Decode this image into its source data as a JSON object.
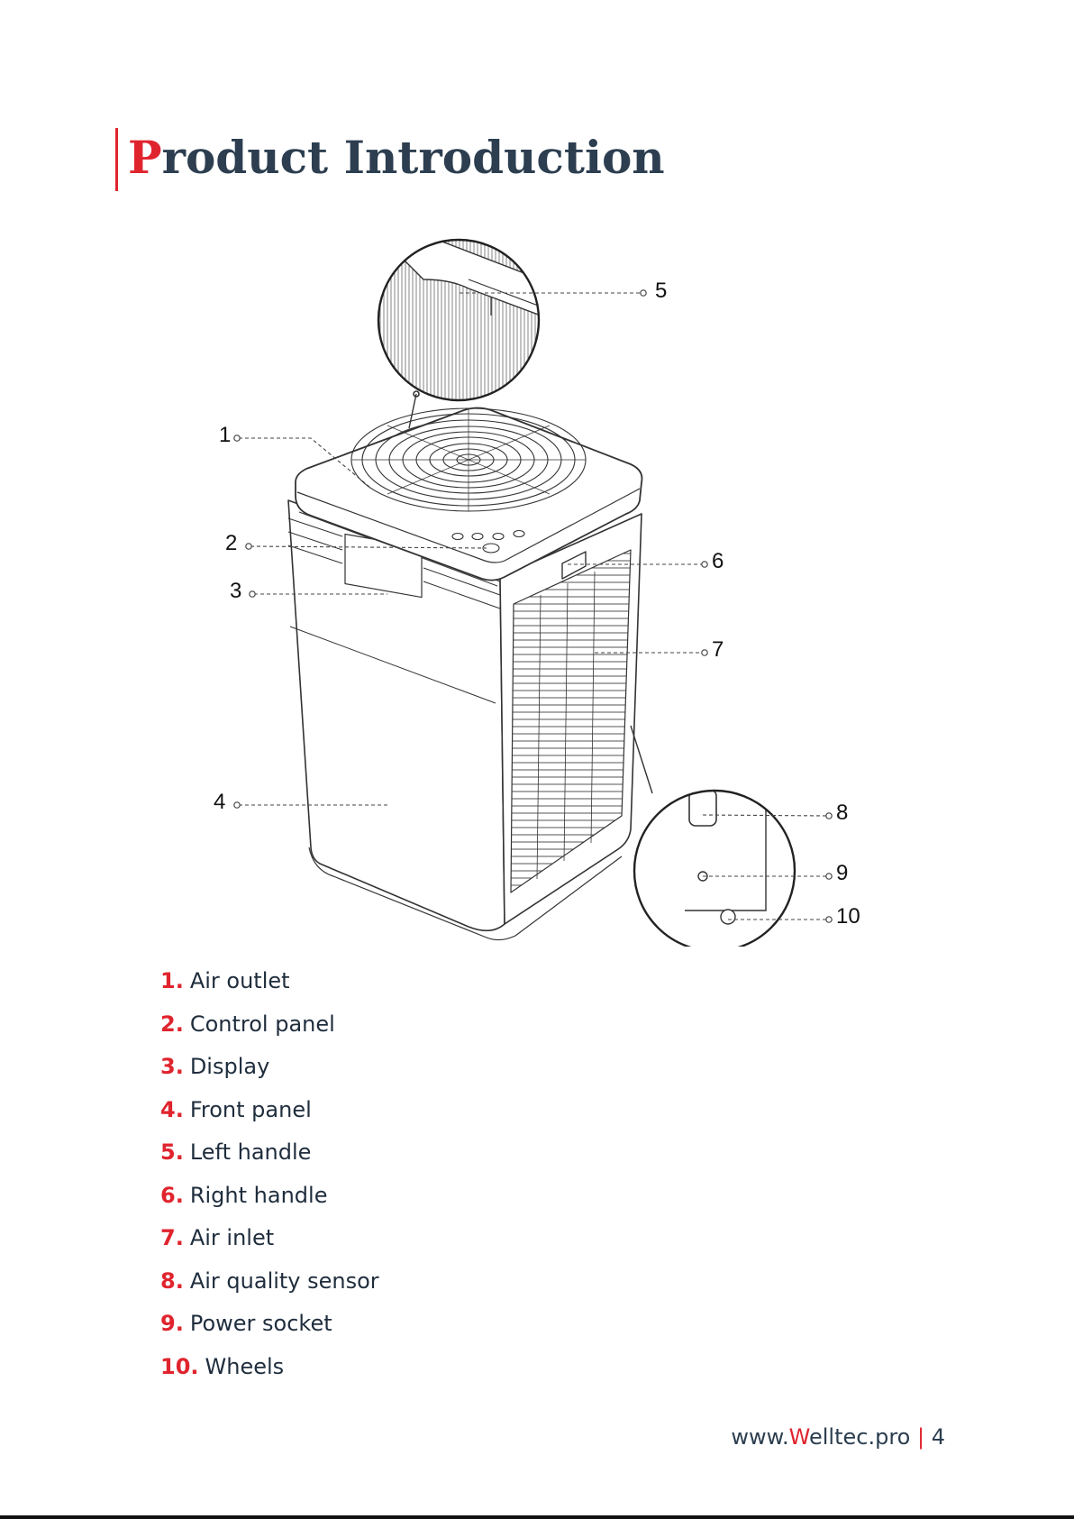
{
  "page": {
    "title_initial": "P",
    "title_rest": "roduct Introduction",
    "accent_color": "#e0242e",
    "title_color": "#2c3e50"
  },
  "diagram": {
    "illustration": "air-purifier-line-drawing",
    "callouts": [
      "1",
      "2",
      "3",
      "4",
      "5",
      "6",
      "7",
      "8",
      "9",
      "10"
    ]
  },
  "parts": [
    {
      "num": "1.",
      "label": "Air outlet"
    },
    {
      "num": "2.",
      "label": "Control panel"
    },
    {
      "num": "3.",
      "label": "Display"
    },
    {
      "num": "4.",
      "label": "Front panel"
    },
    {
      "num": "5.",
      "label": "Left handle"
    },
    {
      "num": "6.",
      "label": "Right handle"
    },
    {
      "num": "7.",
      "label": "Air inlet"
    },
    {
      "num": "8.",
      "label": "Air quality sensor"
    },
    {
      "num": "9.",
      "label": "Power socket"
    },
    {
      "num": "10.",
      "label": "Wheels"
    }
  ],
  "footer": {
    "prefix": "www.",
    "highlight": "W",
    "rest": "elltec.pro",
    "separator": "|",
    "page_number": "4"
  }
}
